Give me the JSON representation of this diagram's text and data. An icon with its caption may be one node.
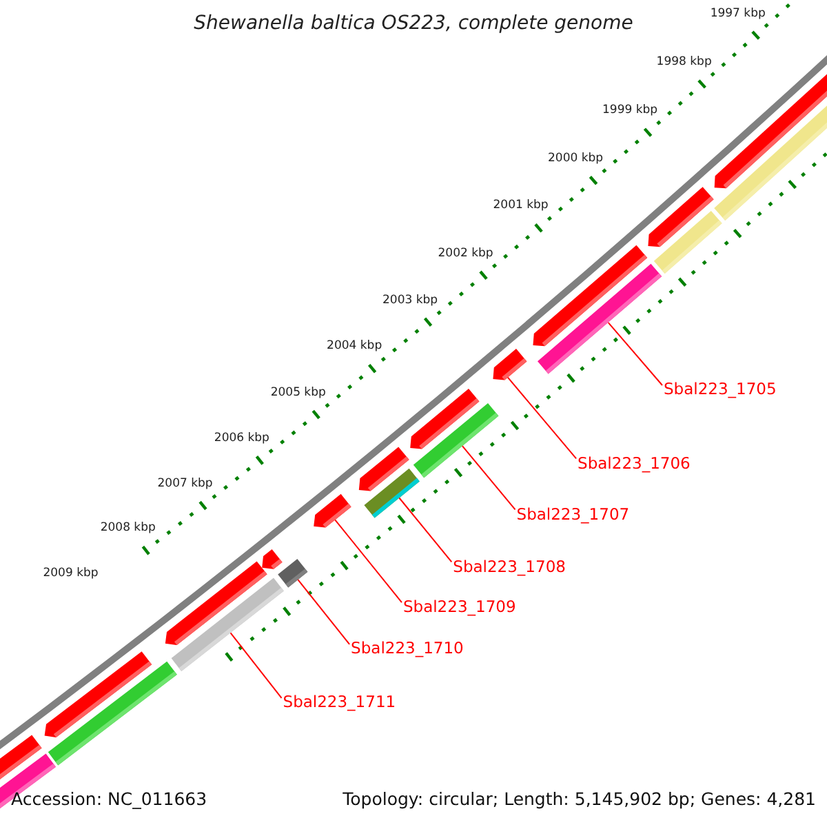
{
  "diagram": {
    "title": "Shewanella baltica OS223, complete genome",
    "nodes": [
      {
        "text": [
          "Sbal223_1705"
        ]
      },
      {
        "text": [
          "Sbal223_1706"
        ]
      },
      {
        "text": [
          "Sbal223_1707"
        ]
      },
      {
        "text": [
          "Sbal223_1708"
        ]
      },
      {
        "text": [
          "Sbal223_1709"
        ]
      },
      {
        "text": [
          "Sbal223_1710"
        ]
      },
      {
        "text": [
          "Sbal223_1711"
        ]
      },
      {
        "text": [],
        "shape": "bar"
      },
      {
        "text": [],
        "shape": "bar"
      },
      {
        "text": [],
        "shape": "bar"
      },
      {
        "text": [],
        "shape": "bar"
      },
      {
        "text": [],
        "shape": "bar"
      },
      {
        "text": [],
        "shape": "bar"
      },
      {
        "text": [],
        "shape": "bar"
      }
    ],
    "edges": [
      {
        "from": 0,
        "to": 7,
        "arrow": "none"
      },
      {
        "from": 1,
        "to": 8,
        "arrow": "none"
      },
      {
        "from": 2,
        "to": 9,
        "arrow": "none"
      },
      {
        "from": 3,
        "to": 10,
        "arrow": "none"
      },
      {
        "from": 4,
        "to": 11,
        "arrow": "none"
      },
      {
        "from": 5,
        "to": 12,
        "arrow": "none"
      },
      {
        "from": 6,
        "to": 13,
        "arrow": "none"
      }
    ],
    "labels": [
      "1997 kbp",
      "1998 kbp",
      "1999 kbp",
      "2000 kbp",
      "2001 kbp",
      "2002 kbp",
      "2003 kbp",
      "2004 kbp",
      "2005 kbp",
      "2006 kbp",
      "2007 kbp",
      "2008 kbp",
      "2009 kbp",
      "Accession: NC_011663",
      "Topology: circular; Length: 5,145,902 bp; Genes: 4,281"
    ]
  }
}
